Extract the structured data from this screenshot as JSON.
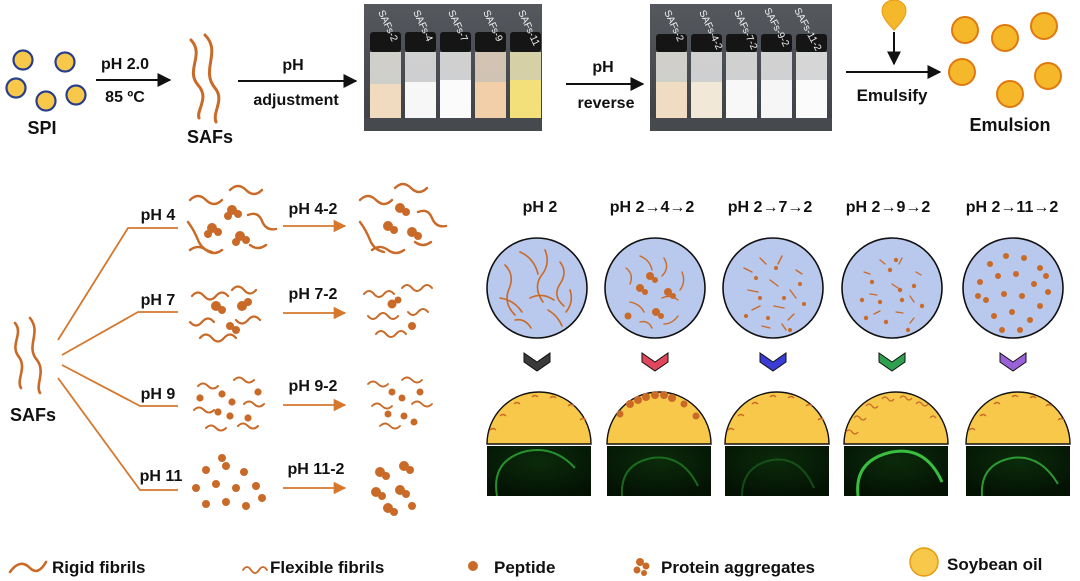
{
  "top_flow": {
    "start_label": "SPI",
    "step1_line1": "pH 2.0",
    "step1_line2": "85 ºC",
    "safs_label": "SAFs",
    "step2_line1": "pH",
    "step2_line2": "adjustment",
    "vials_set1": [
      "SAFs-2",
      "SAFs-4",
      "SAFs-7",
      "SAFs-9",
      "SAFs-11"
    ],
    "step3_line1": "pH",
    "step3_line2": "reverse",
    "vials_set2": [
      "SAFs-2",
      "SAFs-4-2",
      "SAFs-7-2",
      "SAFs-9-2",
      "SAFs-11-2"
    ],
    "emulsify_label": "Emulsify",
    "emulsion_label": "Emulsion"
  },
  "branches": {
    "root_label": "SAFs",
    "rows": [
      {
        "ph": "pH 4",
        "arrow_label": "pH 4-2"
      },
      {
        "ph": "pH 7",
        "arrow_label": "pH 7-2"
      },
      {
        "ph": "pH 9",
        "arrow_label": "pH 9-2"
      },
      {
        "ph": "pH 11",
        "arrow_label": "pH 11-2"
      }
    ]
  },
  "circles": {
    "headers": [
      "pH 2",
      "pH 2→4→2",
      "pH 2→7→2",
      "pH 2→9→2",
      "pH 2→11→2"
    ],
    "chevron_colors": [
      "#3a3a3a",
      "#e0475c",
      "#3b3bd6",
      "#2fa050",
      "#9a62d8"
    ]
  },
  "legend": {
    "rigid": "Rigid fibrils",
    "flexible": "Flexible fibrils",
    "peptide": "Peptide",
    "aggregates": "Protein aggregates",
    "oil": "Soybean oil"
  },
  "colors": {
    "fibril": "#c96a28",
    "oil": "#f7c84a",
    "oil_stroke": "#e59a10",
    "circle_fill": "#b9c9ee",
    "spi_stroke": "#2a3f8c",
    "micro_green": "#1f8a22"
  },
  "icons": [
    "droplet-icon",
    "arrow-icon",
    "chevron-icon"
  ]
}
